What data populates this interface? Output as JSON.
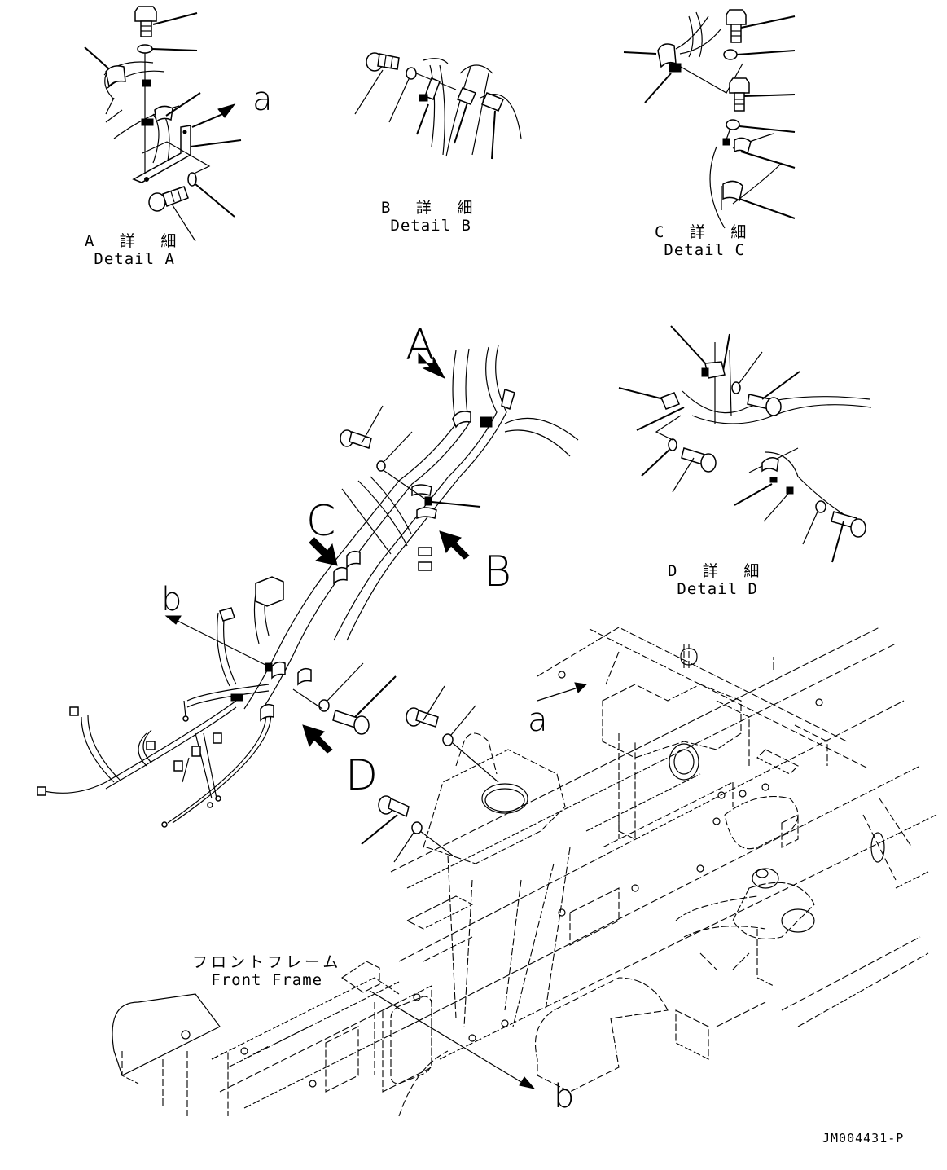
{
  "title": "Wiring harness installation on front frame",
  "details": {
    "A": {
      "jp": "A 詳 細",
      "en": "Detail A"
    },
    "B": {
      "jp": "B 詳 細",
      "en": "Detail B"
    },
    "C": {
      "jp": "C 詳 細",
      "en": "Detail C"
    },
    "D": {
      "jp": "D 詳 細",
      "en": "Detail D"
    }
  },
  "view_letters": {
    "A": "A",
    "B": "B",
    "C": "C",
    "D": "D"
  },
  "reference_letters": {
    "a_detail": "a",
    "a_main": "a",
    "b_harness": "b",
    "b_frame": "b"
  },
  "frame_label": {
    "jp": "フロントフレーム",
    "en": "Front Frame"
  },
  "drawing_code": "JM004431-P",
  "colors": {
    "line": "#000000",
    "background": "#ffffff"
  }
}
